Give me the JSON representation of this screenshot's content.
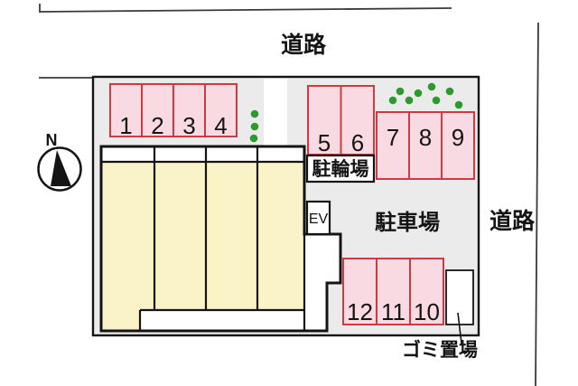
{
  "labels": {
    "road_top": "道路",
    "road_right": "道路",
    "bicycle_parking": "駐輪場",
    "car_parking": "駐車場",
    "elevator": "EV",
    "garbage_area": "ゴミ置場",
    "compass_north": "N"
  },
  "parking_spaces": {
    "top_left": [
      "1",
      "2",
      "3",
      "4"
    ],
    "middle": [
      "5",
      "6"
    ],
    "top_right": [
      "7",
      "8",
      "9"
    ],
    "bottom": [
      "12",
      "11",
      "10"
    ]
  },
  "colors": {
    "site_fill": "#ebebeb",
    "space_fill": "#fadae2",
    "space_border": "#cc3a42",
    "building_fill": "#fbf3c8",
    "tree_green": "#2c9a2c",
    "line_black": "#141414"
  }
}
